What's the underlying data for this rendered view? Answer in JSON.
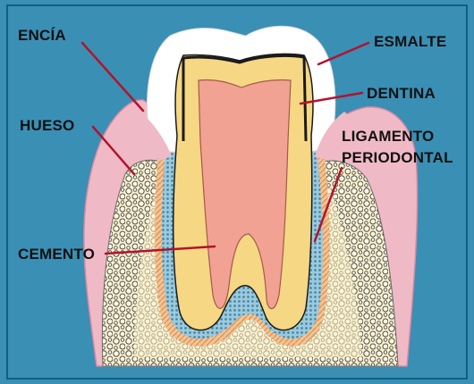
{
  "labels": {
    "encia": "ENCÍA",
    "esmalte": "ESMALTE",
    "dentina": "DENTINA",
    "hueso": "HUESO",
    "ligamento_1": "LIGAMENTO",
    "ligamento_2": "PERIODONTAL",
    "cemento": "CEMENTO"
  },
  "colors": {
    "background": "#3a8fb5",
    "gum": "#f0b9c6",
    "enamel": "#ffffff",
    "dentin": "#f6d784",
    "pulp": "#f2a292",
    "bone": "#fbf1c9",
    "cementum": "#5fa9c9",
    "ligament": "#e8a877",
    "leader_line": "#b3132b"
  }
}
